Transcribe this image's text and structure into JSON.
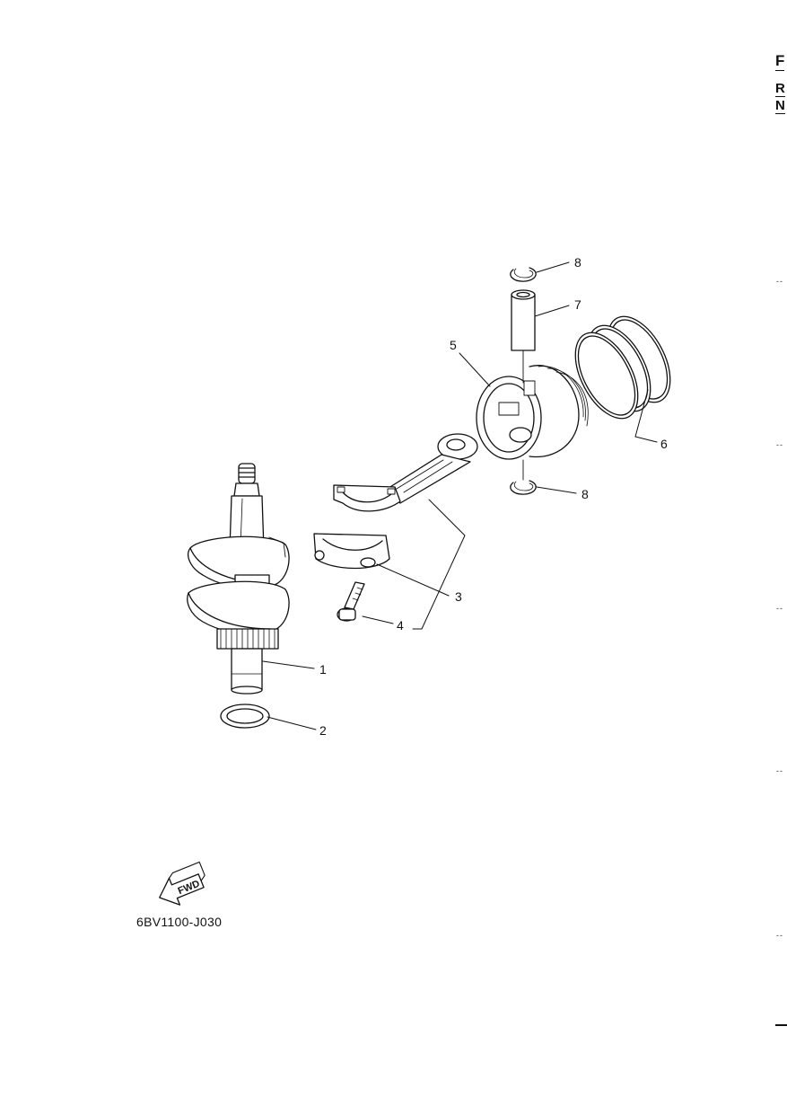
{
  "diagram": {
    "callouts": [
      {
        "id": "crankshaft",
        "label": "1"
      },
      {
        "id": "washer",
        "label": "2"
      },
      {
        "id": "connecting-rod",
        "label": "3"
      },
      {
        "id": "rod-bolt",
        "label": "4"
      },
      {
        "id": "piston",
        "label": "5"
      },
      {
        "id": "piston-rings",
        "label": "6"
      },
      {
        "id": "piston-pin",
        "label": "7"
      },
      {
        "id": "clip-top",
        "label": "8"
      },
      {
        "id": "clip-bottom",
        "label": "8"
      }
    ],
    "fwd_label": "FWD",
    "diagram_code": "6BV1100-J030"
  },
  "edge": {
    "letters": [
      "F",
      "R",
      "N"
    ],
    "ticks": [
      "--",
      "--",
      "--",
      "--",
      "--",
      "--"
    ]
  }
}
